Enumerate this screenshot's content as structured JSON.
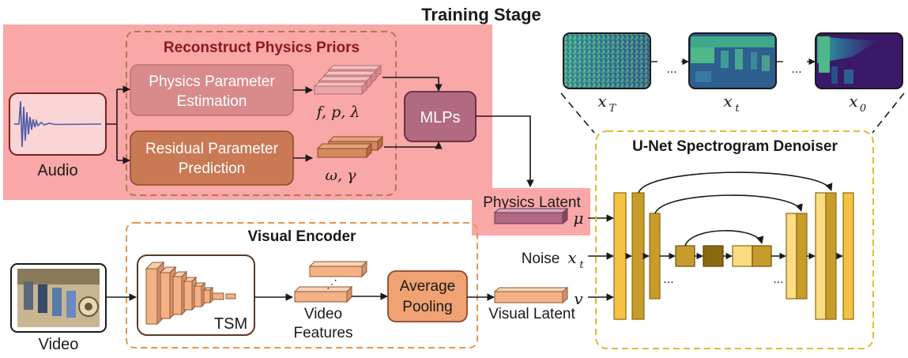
{
  "title": "Training Stage",
  "physics_section": {
    "title": "Reconstruct Physics Priors",
    "audio_label": "Audio",
    "estimation_line1": "Physics Parameter",
    "estimation_line2": "Estimation",
    "residual_line1": "Residual Parameter",
    "residual_line2": "Prediction",
    "estimation_output": "f, p, λ",
    "residual_output": "ω, γ",
    "mlps_label": "MLPs",
    "latent_label": "Physics Latent",
    "latent_symbol": "μ"
  },
  "visual_section": {
    "title": "Visual Encoder",
    "video_label": "Video",
    "tsm_label": "TSM",
    "features_line1": "Video",
    "features_line2": "Features",
    "pooling_line1": "Average",
    "pooling_line2": "Pooling",
    "latent_label": "Visual Latent",
    "latent_symbol": "v",
    "ellipsis": "⋰"
  },
  "denoiser": {
    "title": "U-Net Spectrogram Denoiser",
    "noise_label": "Noise",
    "noise_symbol": "x",
    "noise_sub": "t",
    "ellipsis_left": "...",
    "ellipsis_right": "..."
  },
  "spectrograms": {
    "labels": [
      {
        "base": "x",
        "sub": "T"
      },
      {
        "base": "x",
        "sub": "t"
      },
      {
        "base": "x",
        "sub": "0"
      }
    ],
    "ellipsis": "..."
  },
  "colors": {
    "physics_bg": "#f9a7a7",
    "physics_box_top": "#d98a8a",
    "residual_box": "#c97a55",
    "mlps_box": "#b06a82",
    "visual_orange": "#f4b183",
    "pooling_orange": "#f0a272",
    "unet_gold": "#f5c243",
    "unet_dark": "#c89c2a",
    "dashed_orange": "#e8954a",
    "dashed_gold": "#e8b734"
  }
}
